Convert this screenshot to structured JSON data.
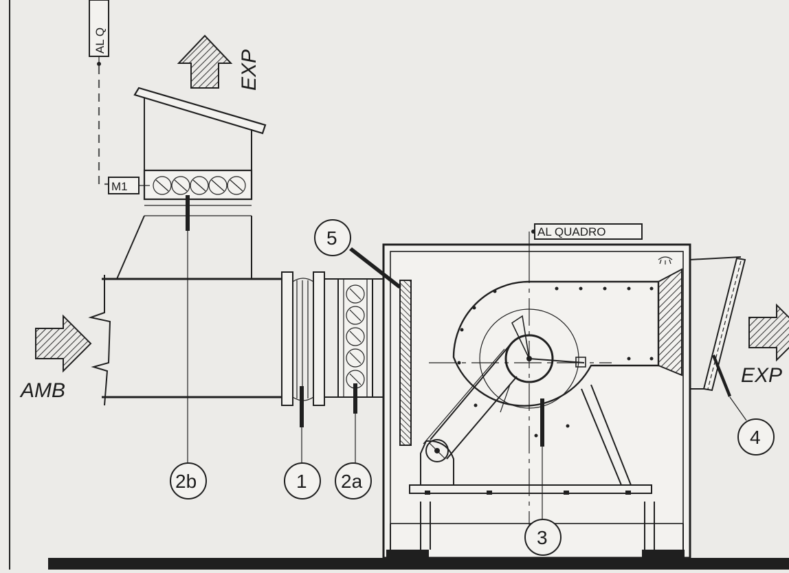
{
  "labels": {
    "exp_top": "EXP",
    "exp_right": "EXP",
    "amb": "AMB",
    "al_q_top": "AL Q",
    "al_quadro": "AL QUADRO",
    "motor": "M1"
  },
  "callouts": {
    "c1": "1",
    "c2a": "2a",
    "c2b": "2b",
    "c3": "3",
    "c4": "4",
    "c5": "5"
  },
  "colors": {
    "paper": "#ecebe8",
    "ink": "#1f1f1f",
    "hatch": "#3a3a3a",
    "dash": "#555555"
  }
}
